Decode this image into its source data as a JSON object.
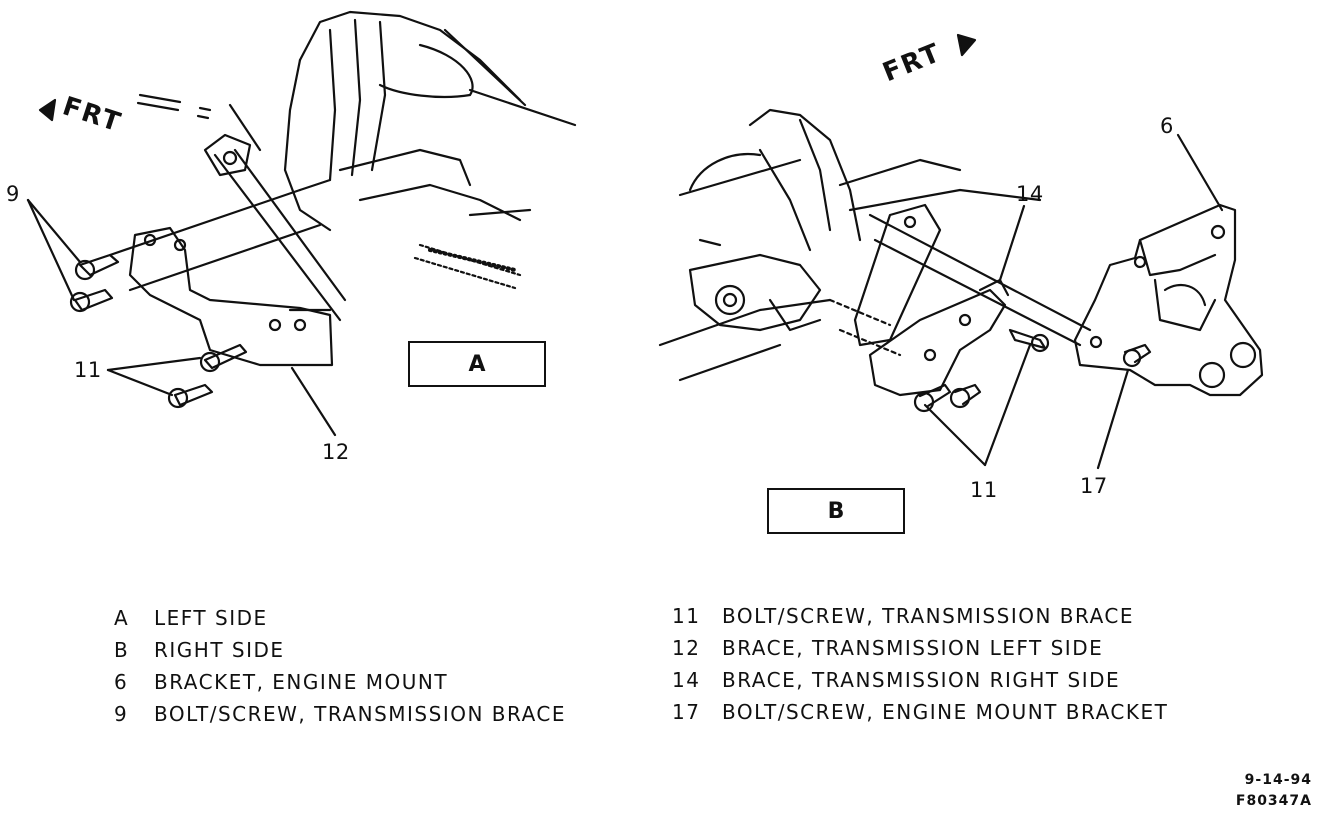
{
  "diagram": {
    "front_label": "FRT",
    "view_a": {
      "title": "A",
      "callouts": {
        "bolt_9": "9",
        "bolt_11": "11",
        "brace_12": "12"
      }
    },
    "view_b": {
      "title": "B",
      "callouts": {
        "bracket_6": "6",
        "brace_14": "14",
        "bolt_11": "11",
        "bolt_17": "17"
      }
    }
  },
  "legend": {
    "left": [
      {
        "key": "A",
        "text": "LEFT SIDE"
      },
      {
        "key": "B",
        "text": "RIGHT SIDE"
      },
      {
        "key": "6",
        "text": "BRACKET, ENGINE MOUNT"
      },
      {
        "key": "9",
        "text": "BOLT/SCREW, TRANSMISSION BRACE"
      }
    ],
    "right": [
      {
        "key": "11",
        "text": "BOLT/SCREW, TRANSMISSION BRACE"
      },
      {
        "key": "12",
        "text": "BRACE, TRANSMISSION LEFT SIDE"
      },
      {
        "key": "14",
        "text": "BRACE, TRANSMISSION RIGHT SIDE"
      },
      {
        "key": "17",
        "text": "BOLT/SCREW, ENGINE MOUNT BRACKET"
      }
    ]
  },
  "footer": {
    "date": "9-14-94",
    "figure_code": "F80347A"
  }
}
